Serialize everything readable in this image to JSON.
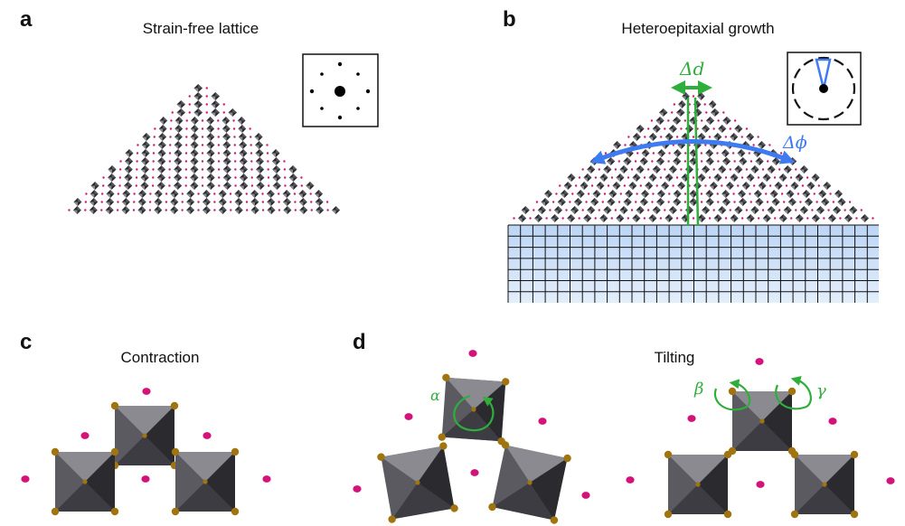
{
  "panels": {
    "a": {
      "letter": "a",
      "title": "Strain-free lattice"
    },
    "b": {
      "letter": "b",
      "title": "Heteroepitaxial growth",
      "delta_d": "Δd",
      "delta_phi": "Δϕ"
    },
    "c": {
      "letter": "c",
      "title": "Contraction"
    },
    "d": {
      "letter": "d",
      "title": "Tilting",
      "alpha": "α",
      "beta": "β",
      "gamma": "γ"
    }
  },
  "colors": {
    "octahedron_dark": "#2b2b2f",
    "octahedron_mid": "#5a5a60",
    "octahedron_light": "#8a8a90",
    "a_site": "#d4137a",
    "x_site": "#a0740e",
    "substrate": "#c6dcf6",
    "arrow_green": "#2fae3c",
    "arrow_blue": "#3f7bf0"
  }
}
